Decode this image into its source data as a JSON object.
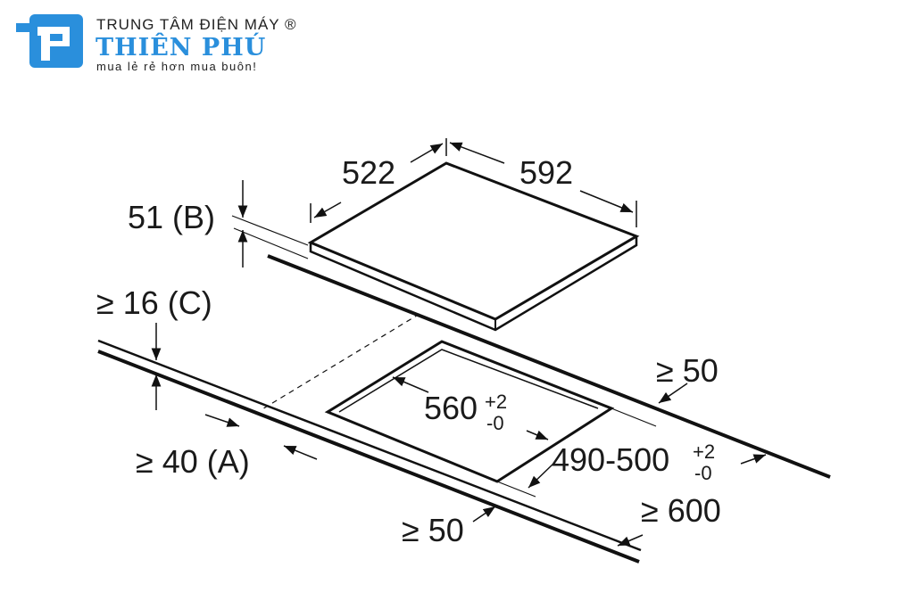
{
  "logo": {
    "line1": "TRUNG TÂM ĐIỆN MÁY ®",
    "line2": "THIÊN PHÚ",
    "tagline": "mua lẻ rẻ hơn mua buôn!",
    "color": "#2a8fdc"
  },
  "dimensions": {
    "depth": "522",
    "width": "592",
    "height_b": "51 (B)",
    "gap_c": "≥ 16 (C)",
    "back_gap": "≥ 50",
    "cutout_width": "560",
    "cutout_width_tol_plus": "+2",
    "cutout_width_tol_minus": "-0",
    "cutout_depth": "490-500",
    "cutout_depth_tol_plus": "+2",
    "cutout_depth_tol_minus": "-0",
    "front_gap_a": "≥ 40 (A)",
    "side_gap": "≥ 50",
    "worktop_depth": "≥ 600"
  }
}
